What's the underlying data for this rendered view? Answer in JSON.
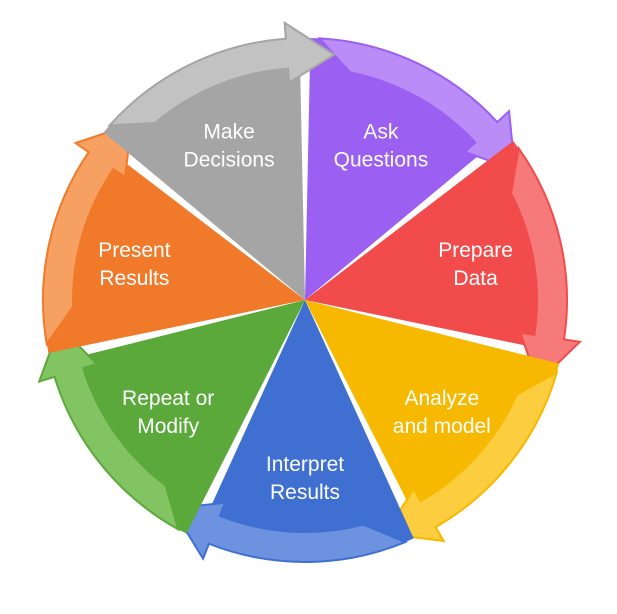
{
  "diagram": {
    "type": "cycle",
    "segments": [
      {
        "id": "ask-questions",
        "lines": [
          "Ask",
          "Questions"
        ],
        "color": "#9b5ff2",
        "light": "#b98cf7"
      },
      {
        "id": "prepare-data",
        "lines": [
          "Prepare",
          "Data"
        ],
        "color": "#f24b4b",
        "light": "#f77a7a"
      },
      {
        "id": "analyze-and-model",
        "lines": [
          "Analyze",
          "and model"
        ],
        "color": "#f7b800",
        "light": "#fccd3f"
      },
      {
        "id": "interpret-results",
        "lines": [
          "Interpret",
          "Results"
        ],
        "color": "#3f6fd1",
        "light": "#6d93e0"
      },
      {
        "id": "repeat-or-modify",
        "lines": [
          "Repeat or",
          "Modify"
        ],
        "color": "#5aa93a",
        "light": "#82c362"
      },
      {
        "id": "present-results",
        "lines": [
          "Present",
          "Results"
        ],
        "color": "#f07a2a",
        "light": "#f6a062"
      },
      {
        "id": "make-decisions",
        "lines": [
          "Make",
          "Decisions"
        ],
        "color": "#a5a5a5",
        "light": "#c2c2c2"
      }
    ]
  }
}
